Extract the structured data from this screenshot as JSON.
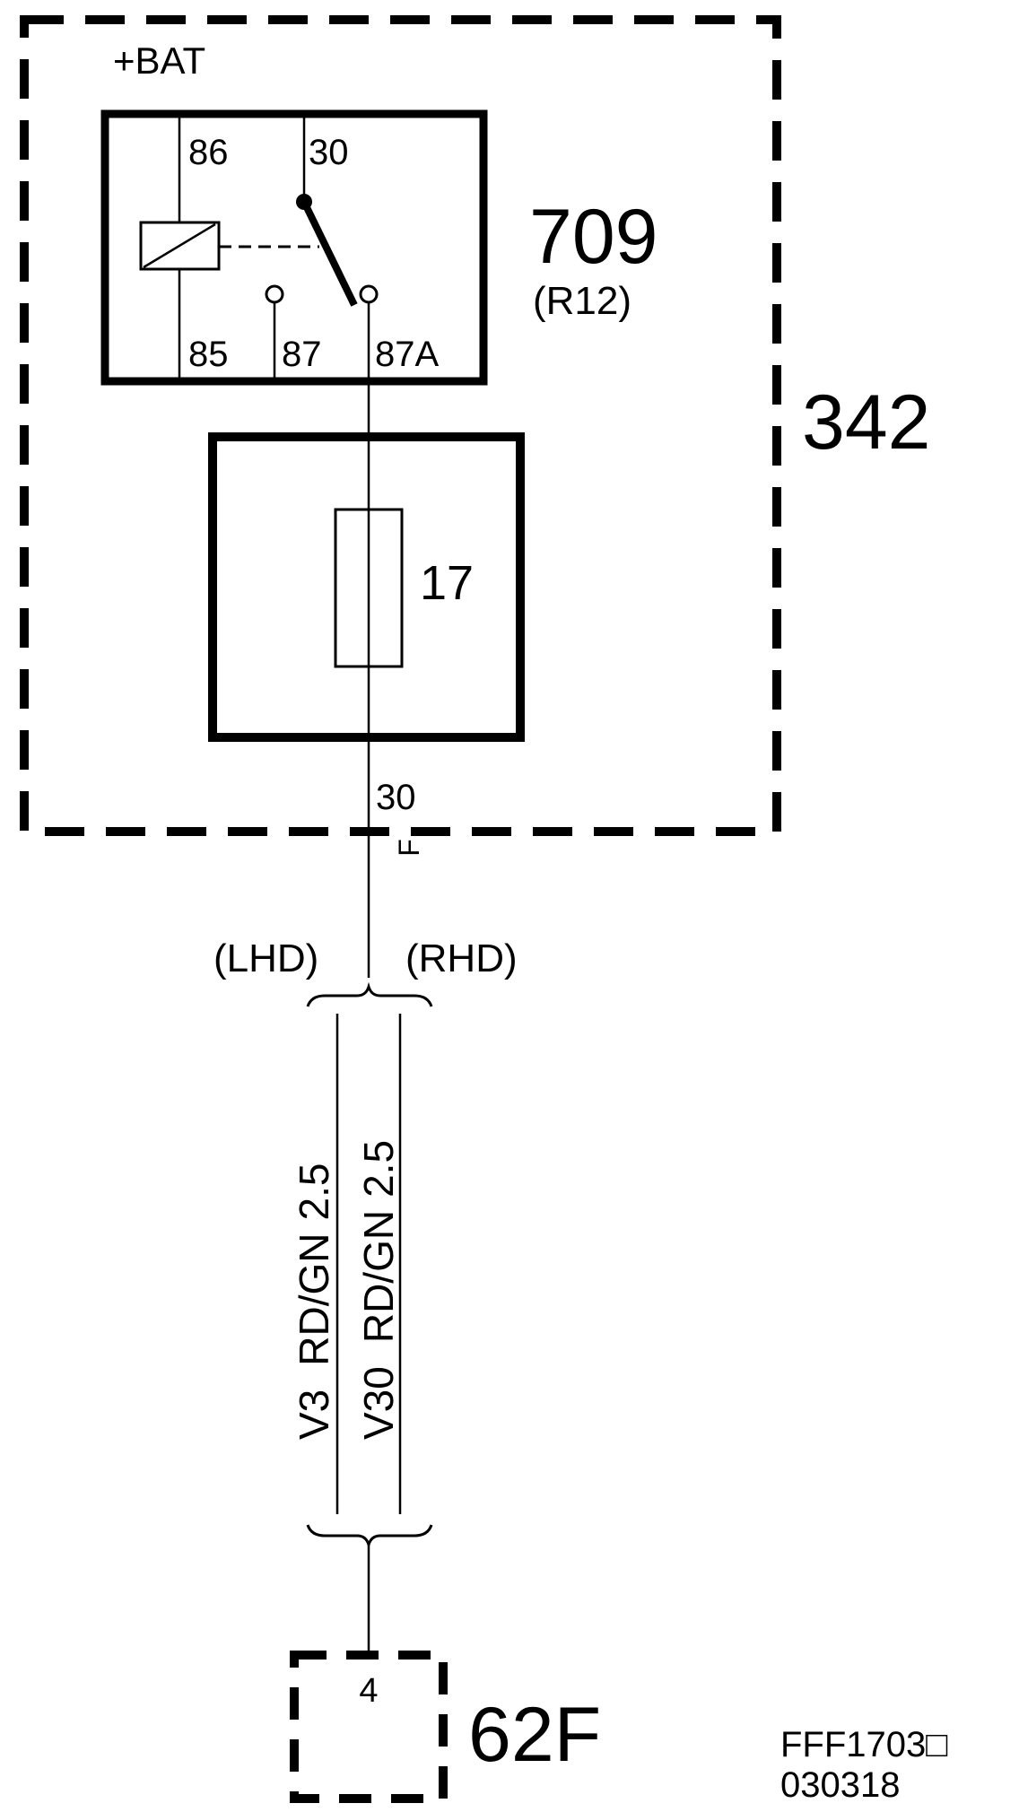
{
  "module": {
    "supply_label": "+BAT",
    "id": "342"
  },
  "relay": {
    "id": "709",
    "ref": "(R12)",
    "pins": {
      "p86": "86",
      "p30": "30",
      "p85": "85",
      "p87": "87",
      "p87a": "87A"
    }
  },
  "fuse": {
    "id": "17",
    "output_pin": "30",
    "connector_letter": "F"
  },
  "harness": {
    "lhd_label": "(LHD)",
    "rhd_label": "(RHD)",
    "wire_lhd": {
      "circuit": "V3",
      "color": "RD/GN",
      "size": "2.5"
    },
    "wire_rhd": {
      "circuit": "V30",
      "color": "RD/GN",
      "size": "2.5"
    }
  },
  "connector": {
    "pin": "4",
    "id": "62F"
  },
  "drawing_ref": {
    "code": "FFF1703□",
    "date": "030318"
  }
}
